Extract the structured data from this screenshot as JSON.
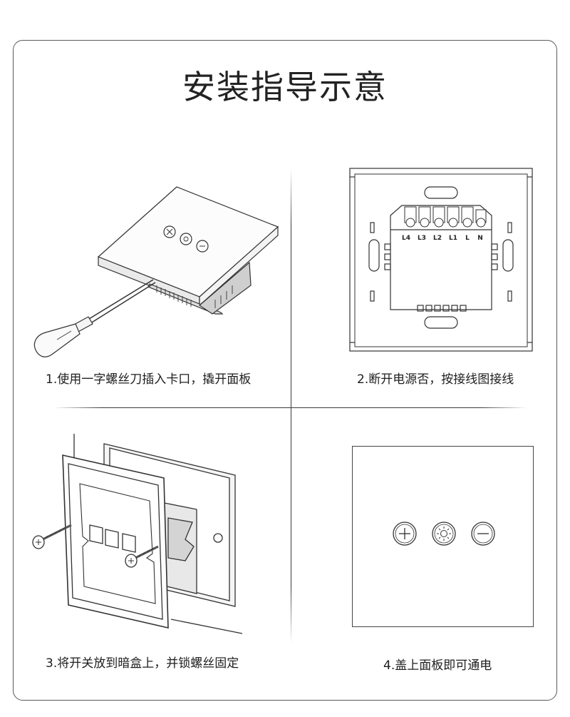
{
  "title": "安装指导示意",
  "steps": [
    {
      "caption": "1.使用一字螺丝刀插入卡口，撬开面板"
    },
    {
      "caption": "2.断开电源否，按接线图接线"
    },
    {
      "caption": "3.将开关放到暗盒上，并锁螺丝固定"
    },
    {
      "caption": "4.盖上面板即可通电"
    }
  ],
  "terminals": [
    "L4",
    "L3",
    "L2",
    "L1",
    "L",
    "N"
  ],
  "icons": [
    "plus-icon",
    "brightness-icon",
    "minus-icon"
  ]
}
